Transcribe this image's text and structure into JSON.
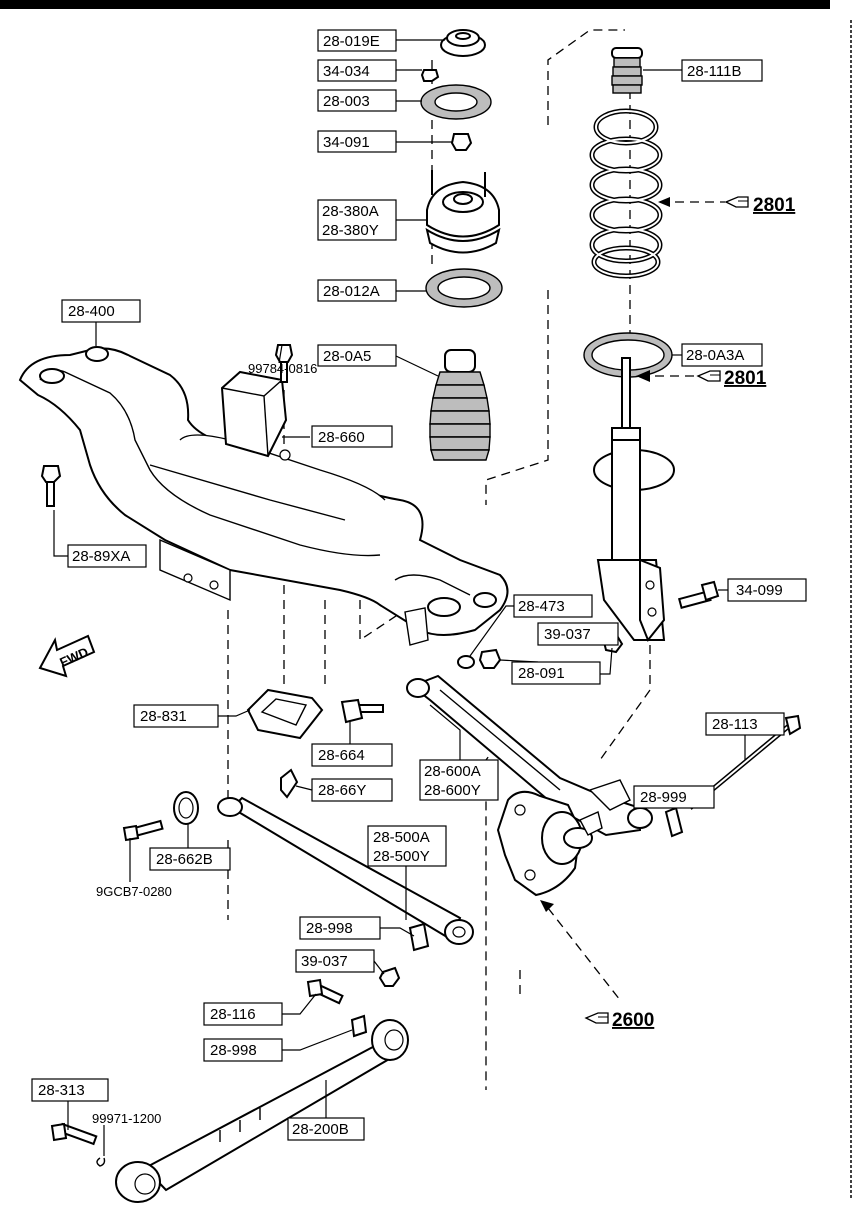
{
  "diagram": {
    "part_labels": [
      {
        "id": "p1",
        "text": "28-019E"
      },
      {
        "id": "p2",
        "text": "34-034"
      },
      {
        "id": "p3",
        "text": "28-003"
      },
      {
        "id": "p4",
        "text": "34-091"
      },
      {
        "id": "p5",
        "text": "28-380A\n28-380Y"
      },
      {
        "id": "p6",
        "text": "28-012A"
      },
      {
        "id": "p7",
        "text": "28-0A5"
      },
      {
        "id": "p8",
        "text": "28-660"
      },
      {
        "id": "p9",
        "text": "28-400"
      },
      {
        "id": "p10",
        "text": "28-89XA"
      },
      {
        "id": "p11",
        "text": "28-111B"
      },
      {
        "id": "p12",
        "text": "28-0A3A"
      },
      {
        "id": "p13",
        "text": "34-099"
      },
      {
        "id": "p14",
        "text": "28-473"
      },
      {
        "id": "p15",
        "text": "39-037"
      },
      {
        "id": "p16",
        "text": "28-091"
      },
      {
        "id": "p17",
        "text": "28-831"
      },
      {
        "id": "p18",
        "text": "28-664"
      },
      {
        "id": "p19",
        "text": "28-66Y"
      },
      {
        "id": "p20",
        "text": "28-600A\n28-600Y"
      },
      {
        "id": "p21",
        "text": "28-999"
      },
      {
        "id": "p22",
        "text": "28-113"
      },
      {
        "id": "p23",
        "text": "28-500A\n28-500Y"
      },
      {
        "id": "p24",
        "text": "28-662B"
      },
      {
        "id": "p25",
        "text": "28-998"
      },
      {
        "id": "p26",
        "text": "39-037"
      },
      {
        "id": "p27",
        "text": "28-116"
      },
      {
        "id": "p28",
        "text": "28-998"
      },
      {
        "id": "p29",
        "text": "28-313"
      },
      {
        "id": "p30",
        "text": "28-200B"
      }
    ],
    "free_labels": [
      {
        "id": "f1",
        "text": "99784-0816"
      },
      {
        "id": "f2",
        "text": "9GCB7-0280"
      },
      {
        "id": "f3",
        "text": "99971-1200"
      }
    ],
    "references": [
      {
        "id": "r1",
        "text": "2801"
      },
      {
        "id": "r2",
        "text": "2801"
      },
      {
        "id": "r3",
        "text": "2600"
      }
    ],
    "fwd_text": "FWD",
    "ref_icon": "pointing-hand-icon"
  }
}
